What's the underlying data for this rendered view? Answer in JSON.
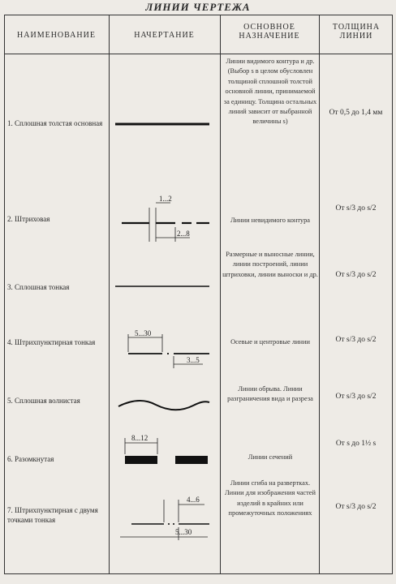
{
  "title": "ЛИНИИ ЧЕРТЕЖА",
  "headers": {
    "name": "НАИМЕНОВАНИЕ",
    "drawing": "НАЧЕРТАНИЕ",
    "purpose": "ОСНОВНОЕ НАЗНАЧЕНИЕ",
    "thickness": "ТОЛЩИНА ЛИНИИ"
  },
  "rows": [
    {
      "name": "1. Сплошная толстая основная",
      "purpose": "Линии видимого контура и др. (Выбор s в целом обусловлен толщиной сплошной толстой основной линии, принимаемой за единицу. Толщина остальных линий зависит от выбранной величины s)",
      "thickness": "От 0,5 до 1,4 мм"
    },
    {
      "name": "2. Штриховая",
      "purpose": "Линии невидимого контура",
      "thickness": "От s/3 до s/2",
      "dims": [
        "1...2",
        "2...8"
      ]
    },
    {
      "name": "3. Сплошная тонкая",
      "purpose": "Размерные и выносные линии, линии построений, линии штриховки, линии выноски и др.",
      "thickness": "От s/3 до s/2"
    },
    {
      "name": "4. Штрихпунктирная тонкая",
      "purpose": "Осевые и центровые линии",
      "thickness": "От s/3 до s/2",
      "dims": [
        "5...30",
        "3...5"
      ]
    },
    {
      "name": "5. Сплошная волнистая",
      "purpose": "Линии обрыва. Линии разграничения вида и разреза",
      "thickness": "От s/3 до s/2"
    },
    {
      "name": "6. Разомкнутая",
      "purpose": "Линии сечений",
      "thickness": "От s до 1½ s",
      "dims": [
        "8...12"
      ]
    },
    {
      "name": "7. Штрихпунктирная с двумя точками тонкая",
      "purpose": "Линии сгиба на развертках. Линии для изображения частей изделий в крайних или промежуточных положениях",
      "thickness": "От s/3 до s/2",
      "dims": [
        "4...6",
        "5...30"
      ]
    }
  ]
}
